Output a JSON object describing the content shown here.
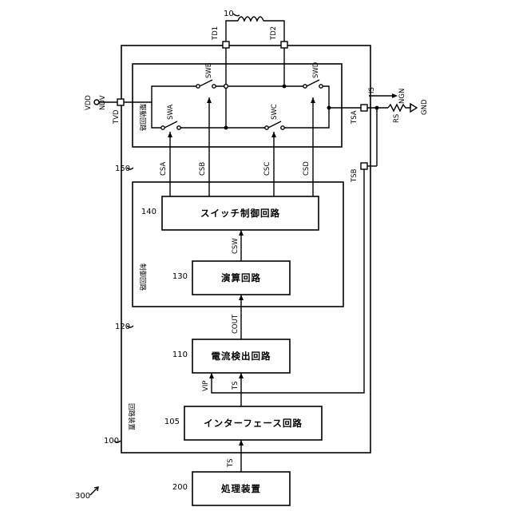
{
  "blocks": {
    "processing_device": {
      "num": "200",
      "label": "処理装置"
    },
    "interface_circuit": {
      "num": "105",
      "label": "インターフェース回路"
    },
    "current_detection_circuit": {
      "num": "110",
      "label": "電流検出回路"
    },
    "arithmetic_circuit": {
      "num": "130",
      "label": "演算回路"
    },
    "switch_control_circuit": {
      "num": "140",
      "label": "スイッチ制御回路"
    },
    "control_circuit": {
      "num": "120",
      "label": "制御回路"
    },
    "drive_circuit": {
      "num": "150",
      "label": "駆動回路"
    },
    "circuit_device": {
      "num": "100",
      "label": "回路装置"
    }
  },
  "system_number": "300",
  "coil": {
    "num": "10"
  },
  "signals": {
    "ts_in": "TS",
    "ts": "TS",
    "vip": "VIP",
    "cout": "COUT",
    "csw": "CSW",
    "csa": "CSA",
    "csb": "CSB",
    "csc": "CSC",
    "csd": "CSD",
    "is": "IS"
  },
  "terminals": {
    "td1": "TD1",
    "td2": "TD2",
    "tvd": "TVD",
    "tsa": "TSA",
    "tsb": "TSB"
  },
  "switches": {
    "swa": "SWA",
    "swb": "SWB",
    "swc": "SWC",
    "swd": "SWD"
  },
  "nodes": {
    "vdd": "VDD",
    "ndv": "NDV",
    "ngn": "NGN",
    "gnd": "GND",
    "rs": "RS"
  }
}
